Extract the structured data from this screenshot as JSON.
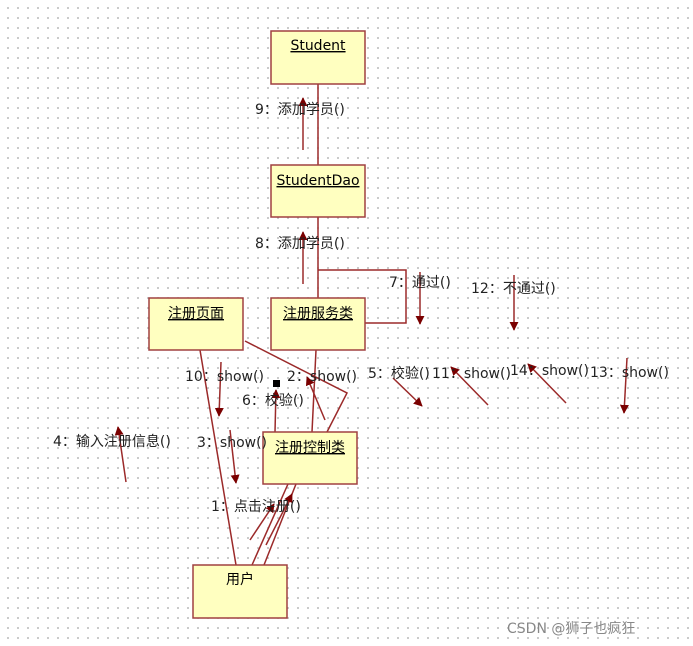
{
  "objects": [
    {
      "id": "student",
      "name": "Student"
    },
    {
      "id": "studentdao",
      "name": "StudentDao"
    },
    {
      "id": "register-page",
      "name": "注册页面"
    },
    {
      "id": "register-service",
      "name": "注册服务类"
    },
    {
      "id": "register-controller",
      "name": "注册控制类"
    },
    {
      "id": "user",
      "name": "用户"
    }
  ],
  "messages": [
    {
      "label": "1：点击注册()"
    },
    {
      "label": "2：show()"
    },
    {
      "label": "3：show()"
    },
    {
      "label": "4：输入注册信息()"
    },
    {
      "label": "5：校验()"
    },
    {
      "label": "6：校验()"
    },
    {
      "label": "7：通过()"
    },
    {
      "label": "8：添加学员()"
    },
    {
      "label": "9：添加学员()"
    },
    {
      "label": "10：show()"
    },
    {
      "label": "11：show()"
    },
    {
      "label": "12：不通过()"
    },
    {
      "label": "13：show()"
    },
    {
      "label": "14：show()"
    }
  ],
  "colors": {
    "object_fill": "#ffffc0",
    "object_border": "#a04040",
    "link": "#9b2a2a",
    "arrow": "#7a0000"
  },
  "watermark": "CSDN @狮子也疯狂"
}
